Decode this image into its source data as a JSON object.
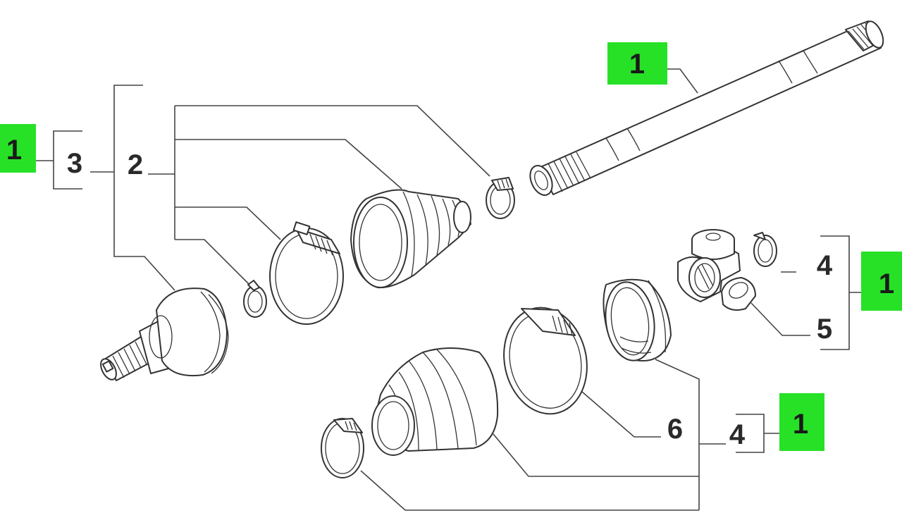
{
  "diagram": {
    "badges": [
      {
        "id": "badge-shaft",
        "text": "1"
      },
      {
        "id": "badge-left",
        "text": "1"
      },
      {
        "id": "badge-right",
        "text": "1"
      },
      {
        "id": "badge-bottom",
        "text": "1"
      }
    ],
    "callouts": [
      {
        "id": "callout-3",
        "text": "3"
      },
      {
        "id": "callout-2",
        "text": "2"
      },
      {
        "id": "callout-4-upper",
        "text": "4"
      },
      {
        "id": "callout-5",
        "text": "5"
      },
      {
        "id": "callout-6",
        "text": "6"
      },
      {
        "id": "callout-4-lower",
        "text": "4"
      }
    ],
    "colors": {
      "badge": "#27e127",
      "line": "#333333"
    }
  }
}
